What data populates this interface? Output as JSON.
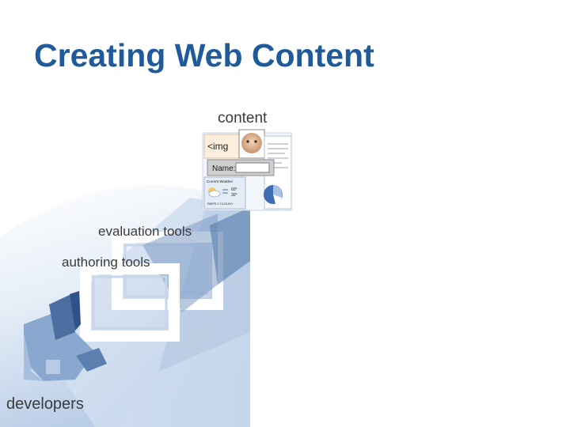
{
  "slide": {
    "title": "Creating Web Content"
  },
  "diagram": {
    "labels": {
      "content": "content",
      "evaluation_tools": "evaluation tools",
      "authoring_tools": "authoring tools",
      "developers": "developers"
    },
    "content_panel": {
      "img_tag_text": "<img",
      "form_label": "Name:",
      "weather_title": "Current Weather",
      "weather_high": "60°",
      "weather_low": "30°",
      "weather_caption": "PARTLY CLOUDY"
    }
  },
  "colors": {
    "title": "#1f5b9a",
    "label_text": "#3b3b3b",
    "light_blue": "#d6e3f2",
    "mid_blue": "#9cb6d6",
    "steel_blue": "#5b7fae",
    "dark_blue": "#4a6fa0"
  }
}
